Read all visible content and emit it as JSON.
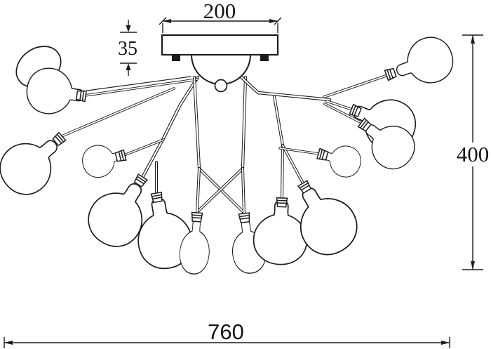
{
  "drawing": {
    "kind": "ceiling-lamp-technical-drawing",
    "units_shown": false
  },
  "dimensions": {
    "canopy_width": {
      "value": "200"
    },
    "canopy_height": {
      "value": "35"
    },
    "fixture_height": {
      "value": "400"
    },
    "fixture_width": {
      "value": "760"
    }
  },
  "colors": {
    "line": "#1c1c1c",
    "background": "#ffffff",
    "text": "#151515"
  }
}
